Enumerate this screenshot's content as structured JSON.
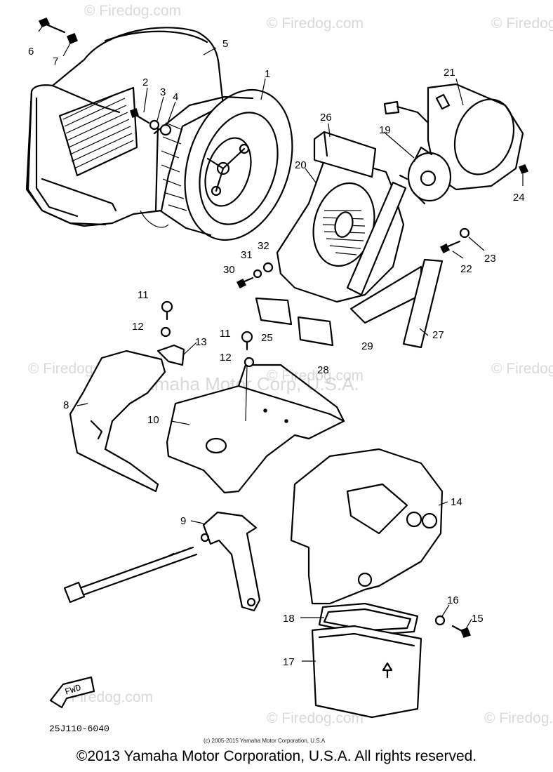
{
  "watermarks": {
    "brand": "© Firedog.com",
    "corp": "Yamaha Motor Corp, U.S.A."
  },
  "callouts": [
    "1",
    "2",
    "3",
    "4",
    "5",
    "6",
    "7",
    "8",
    "9",
    "10",
    "11",
    "11",
    "12",
    "12",
    "13",
    "14",
    "15",
    "16",
    "17",
    "18",
    "19",
    "20",
    "21",
    "22",
    "23",
    "24",
    "25",
    "26",
    "27",
    "28",
    "29",
    "30",
    "31",
    "32"
  ],
  "diagram_code": "25J110-6040",
  "fwd_label": "FWD",
  "small_copyright": "(c) 2005-2015 Yamaha Motor Corporation, U.S.A",
  "footer": "©2013 Yamaha Motor Corporation, U.S.A. All rights reserved."
}
